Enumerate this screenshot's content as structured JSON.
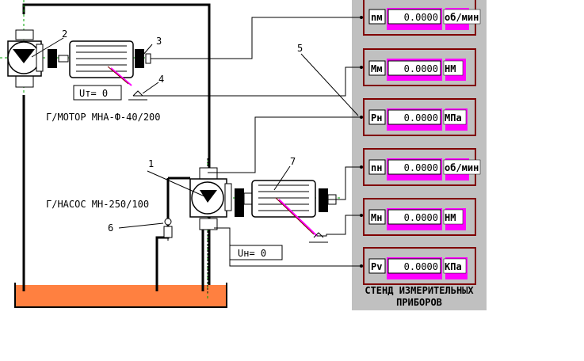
{
  "labels": {
    "motor": "Г/МОТОР МНА-Ф-40/200",
    "pump": "Г/НАСОС МН-250/100",
    "ut": "Uт= 0",
    "un": "Uн= 0",
    "stand_line1": "СТЕНД ИЗМЕРИТЕЛЬНЫХ",
    "stand_line2": "ПРИБОРОВ"
  },
  "callouts": [
    "1",
    "2",
    "3",
    "4",
    "5",
    "6",
    "7"
  ],
  "instruments": [
    {
      "label": "nм",
      "value": "0.0000",
      "unit": "об/мин"
    },
    {
      "label": "Mм",
      "value": "0.0000",
      "unit": "НМ"
    },
    {
      "label": "Pн",
      "value": "0.0000",
      "unit": "MПа"
    },
    {
      "label": "nн",
      "value": "0.0000",
      "unit": "об/мин"
    },
    {
      "label": "Mн",
      "value": "0.0000",
      "unit": "НМ"
    },
    {
      "label": "Pv",
      "value": "0.0000",
      "unit": "КПа"
    }
  ],
  "colors": {
    "panel": "#c0c0c0",
    "panel_border": "#800000",
    "magenta": "#ff00ff",
    "tank_fluid": "#ff8040",
    "motor_body": "#ffffff",
    "coupling": "#000000"
  }
}
